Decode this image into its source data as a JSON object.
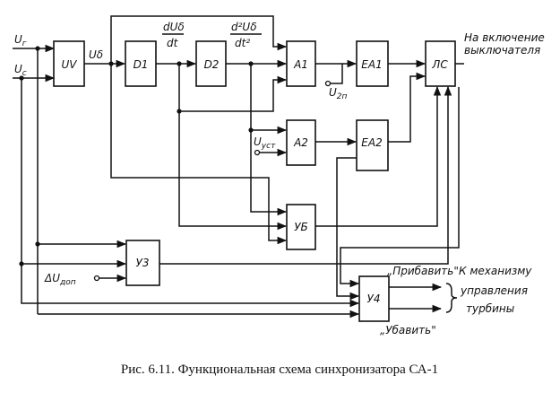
{
  "blocks": {
    "uv": "UV",
    "d1": "D1",
    "d2": "D2",
    "a1": "A1",
    "ea1": "EA1",
    "ls": "ЛС",
    "a2": "A2",
    "ea2": "EA2",
    "ub": "УБ",
    "u3": "У3",
    "u4": "У4"
  },
  "signals": {
    "ur": "U",
    "ur_sub": "г",
    "uc": "U",
    "uc_sub": "с",
    "ud": "Uδ",
    "dud_num": "dUδ",
    "dud_den": "dt",
    "d2ud_num": "d²Uδ",
    "d2ud_den": "dt²",
    "u2p": "U",
    "u2p_sub": "2п",
    "uust": "U",
    "uust_sub": "уст",
    "du_dop": "ΔU",
    "du_dop_sub": "доп"
  },
  "outputs": {
    "switch_line1": "На включение",
    "switch_line2": "выключателя",
    "add": "„Прибавить\"",
    "reduce": "„Убавить\"",
    "mech_line1": "К механизму",
    "mech_line2": "управления",
    "mech_line3": "турбины"
  },
  "caption": "Рис. 6.11. Функциональная схема синхронизатора СА-1"
}
